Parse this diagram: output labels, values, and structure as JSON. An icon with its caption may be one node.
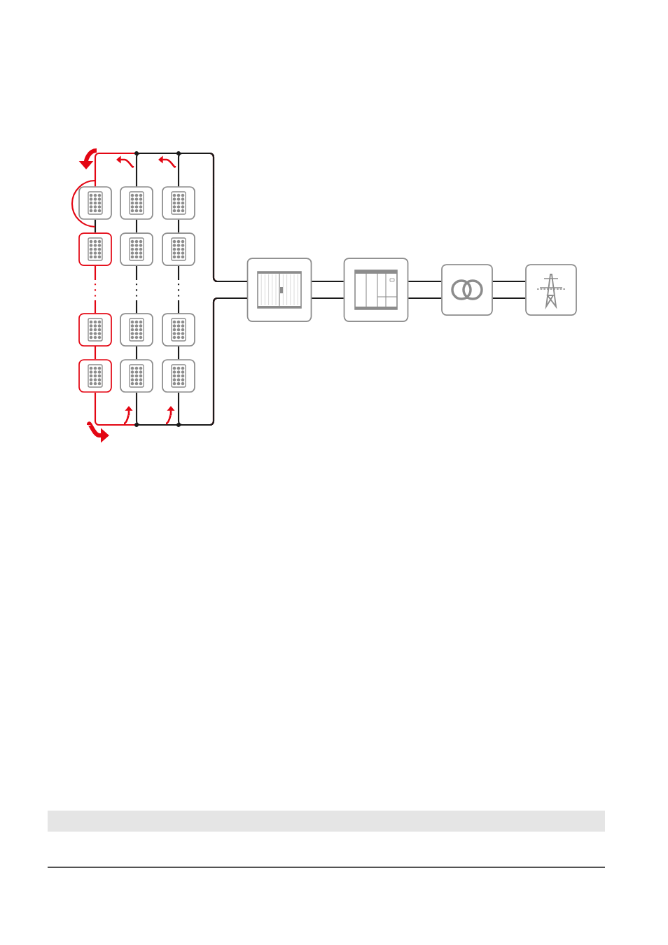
{
  "diagram": {
    "nodes": [
      {
        "text": [],
        "shape": "picture"
      },
      {
        "text": [],
        "shape": "picture"
      },
      {
        "text": [],
        "shape": "picture"
      },
      {
        "text": [],
        "shape": "picture"
      },
      {
        "text": [],
        "shape": "picture"
      },
      {
        "text": [],
        "shape": "picture"
      },
      {
        "text": [],
        "shape": "picture"
      },
      {
        "text": [],
        "shape": "picture"
      },
      {
        "text": [],
        "shape": "picture"
      },
      {
        "text": [],
        "shape": "picture"
      },
      {
        "text": [],
        "shape": "picture"
      },
      {
        "text": [],
        "shape": "picture"
      },
      {
        "text": [],
        "shape": "picture"
      },
      {
        "text": [],
        "shape": "picture"
      },
      {
        "text": [],
        "shape": "picture"
      },
      {
        "text": [],
        "shape": "picture"
      }
    ],
    "edges": [
      {
        "from": 0,
        "to": 3,
        "arrow": "none"
      },
      {
        "from": 3,
        "to": 6,
        "arrow": "none",
        "style": "dashed",
        "color": "#e30613"
      },
      {
        "from": 6,
        "to": 9,
        "arrow": "none",
        "color": "#e30613"
      },
      {
        "from": 1,
        "to": 4,
        "arrow": "none"
      },
      {
        "from": 4,
        "to": 7,
        "arrow": "none",
        "style": "dashed"
      },
      {
        "from": 7,
        "to": 10,
        "arrow": "none"
      },
      {
        "from": 2,
        "to": 5,
        "arrow": "none"
      },
      {
        "from": 5,
        "to": 8,
        "arrow": "none",
        "style": "dashed"
      },
      {
        "from": 8,
        "to": 11,
        "arrow": "none"
      },
      {
        "from": 0,
        "to": 12,
        "arrow": "none",
        "color": "#e30613"
      },
      {
        "from": 1,
        "to": 12,
        "arrow": "none"
      },
      {
        "from": 2,
        "to": 12,
        "arrow": "none"
      },
      {
        "from": 9,
        "to": 12,
        "arrow": "none",
        "color": "#e30613"
      },
      {
        "from": 10,
        "to": 12,
        "arrow": "none"
      },
      {
        "from": 11,
        "to": 12,
        "arrow": "none"
      },
      {
        "from": 12,
        "to": 13,
        "arrow": "none"
      },
      {
        "from": 12,
        "to": 13,
        "arrow": "none"
      },
      {
        "from": 13,
        "to": 14,
        "arrow": "none"
      },
      {
        "from": 13,
        "to": 14,
        "arrow": "none"
      },
      {
        "from": 14,
        "to": 15,
        "arrow": "none"
      },
      {
        "from": 14,
        "to": 15,
        "arrow": "none"
      }
    ]
  }
}
